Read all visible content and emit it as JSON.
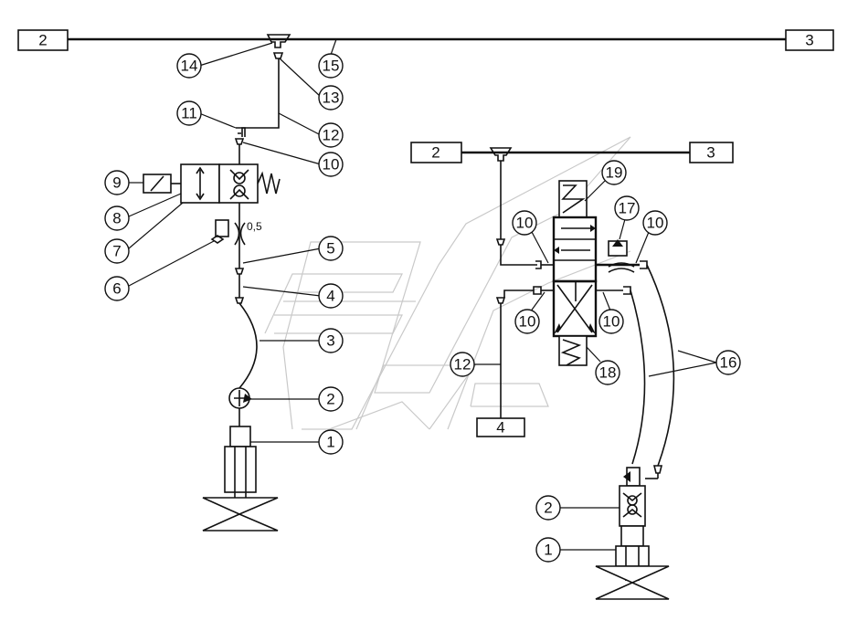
{
  "connectors": {
    "left_top_a": "2",
    "left_top_b": "3",
    "right_top_a": "2",
    "right_top_b": "3",
    "right_bottom": "4"
  },
  "orifice_label": "0,5",
  "callouts_left": [
    "14",
    "15",
    "13",
    "11",
    "12",
    "10",
    "9",
    "8",
    "7",
    "6",
    "5",
    "4",
    "3",
    "2",
    "1"
  ],
  "callouts_right": [
    "19",
    "17",
    "10",
    "10",
    "10",
    "10",
    "12",
    "18",
    "16",
    "2",
    "1"
  ]
}
